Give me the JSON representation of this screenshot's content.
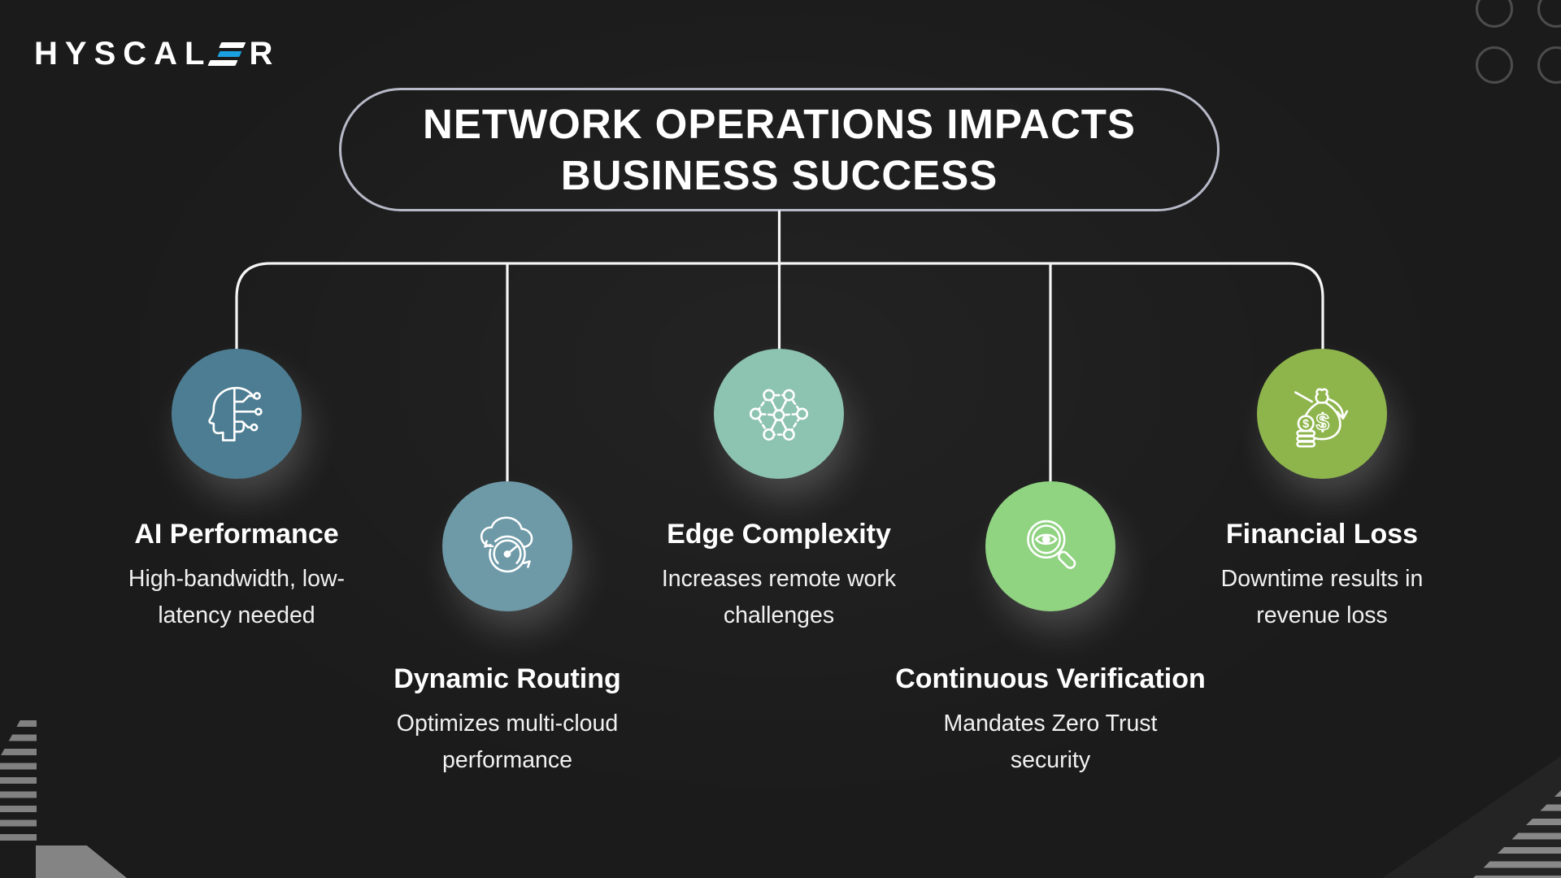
{
  "logo": {
    "prefix": "HYSCAL",
    "suffix": "R",
    "accent_color": "#1aa0e0"
  },
  "title": {
    "line1": "NETWORK OPERATIONS IMPACTS",
    "line2": "BUSINESS SUCCESS"
  },
  "nodes": [
    {
      "title": "AI Performance",
      "description": "High-bandwidth, low-latency needed",
      "icon": "ai-head-circuit-icon",
      "color": "#4d7d92"
    },
    {
      "title": "Dynamic Routing",
      "description": "Optimizes multi-cloud performance",
      "icon": "cloud-gauge-icon",
      "color": "#6e9aa8"
    },
    {
      "title": "Edge Complexity",
      "description": "Increases remote work challenges",
      "icon": "mesh-network-icon",
      "color": "#8dc3b1"
    },
    {
      "title": "Continuous Verification",
      "description": "Mandates Zero Trust security",
      "icon": "magnifier-eye-icon",
      "color": "#90d381"
    },
    {
      "title": "Financial Loss",
      "description": "Downtime results in revenue loss",
      "icon": "money-bag-loss-icon",
      "color": "#8eb54c"
    }
  ],
  "icons": {
    "currency_symbol": "$"
  },
  "style": {
    "background": "#1b1b1b",
    "connector_color": "#f5f5f5",
    "title_border_color": "#b8b9c8",
    "text_color": "#ffffff"
  }
}
